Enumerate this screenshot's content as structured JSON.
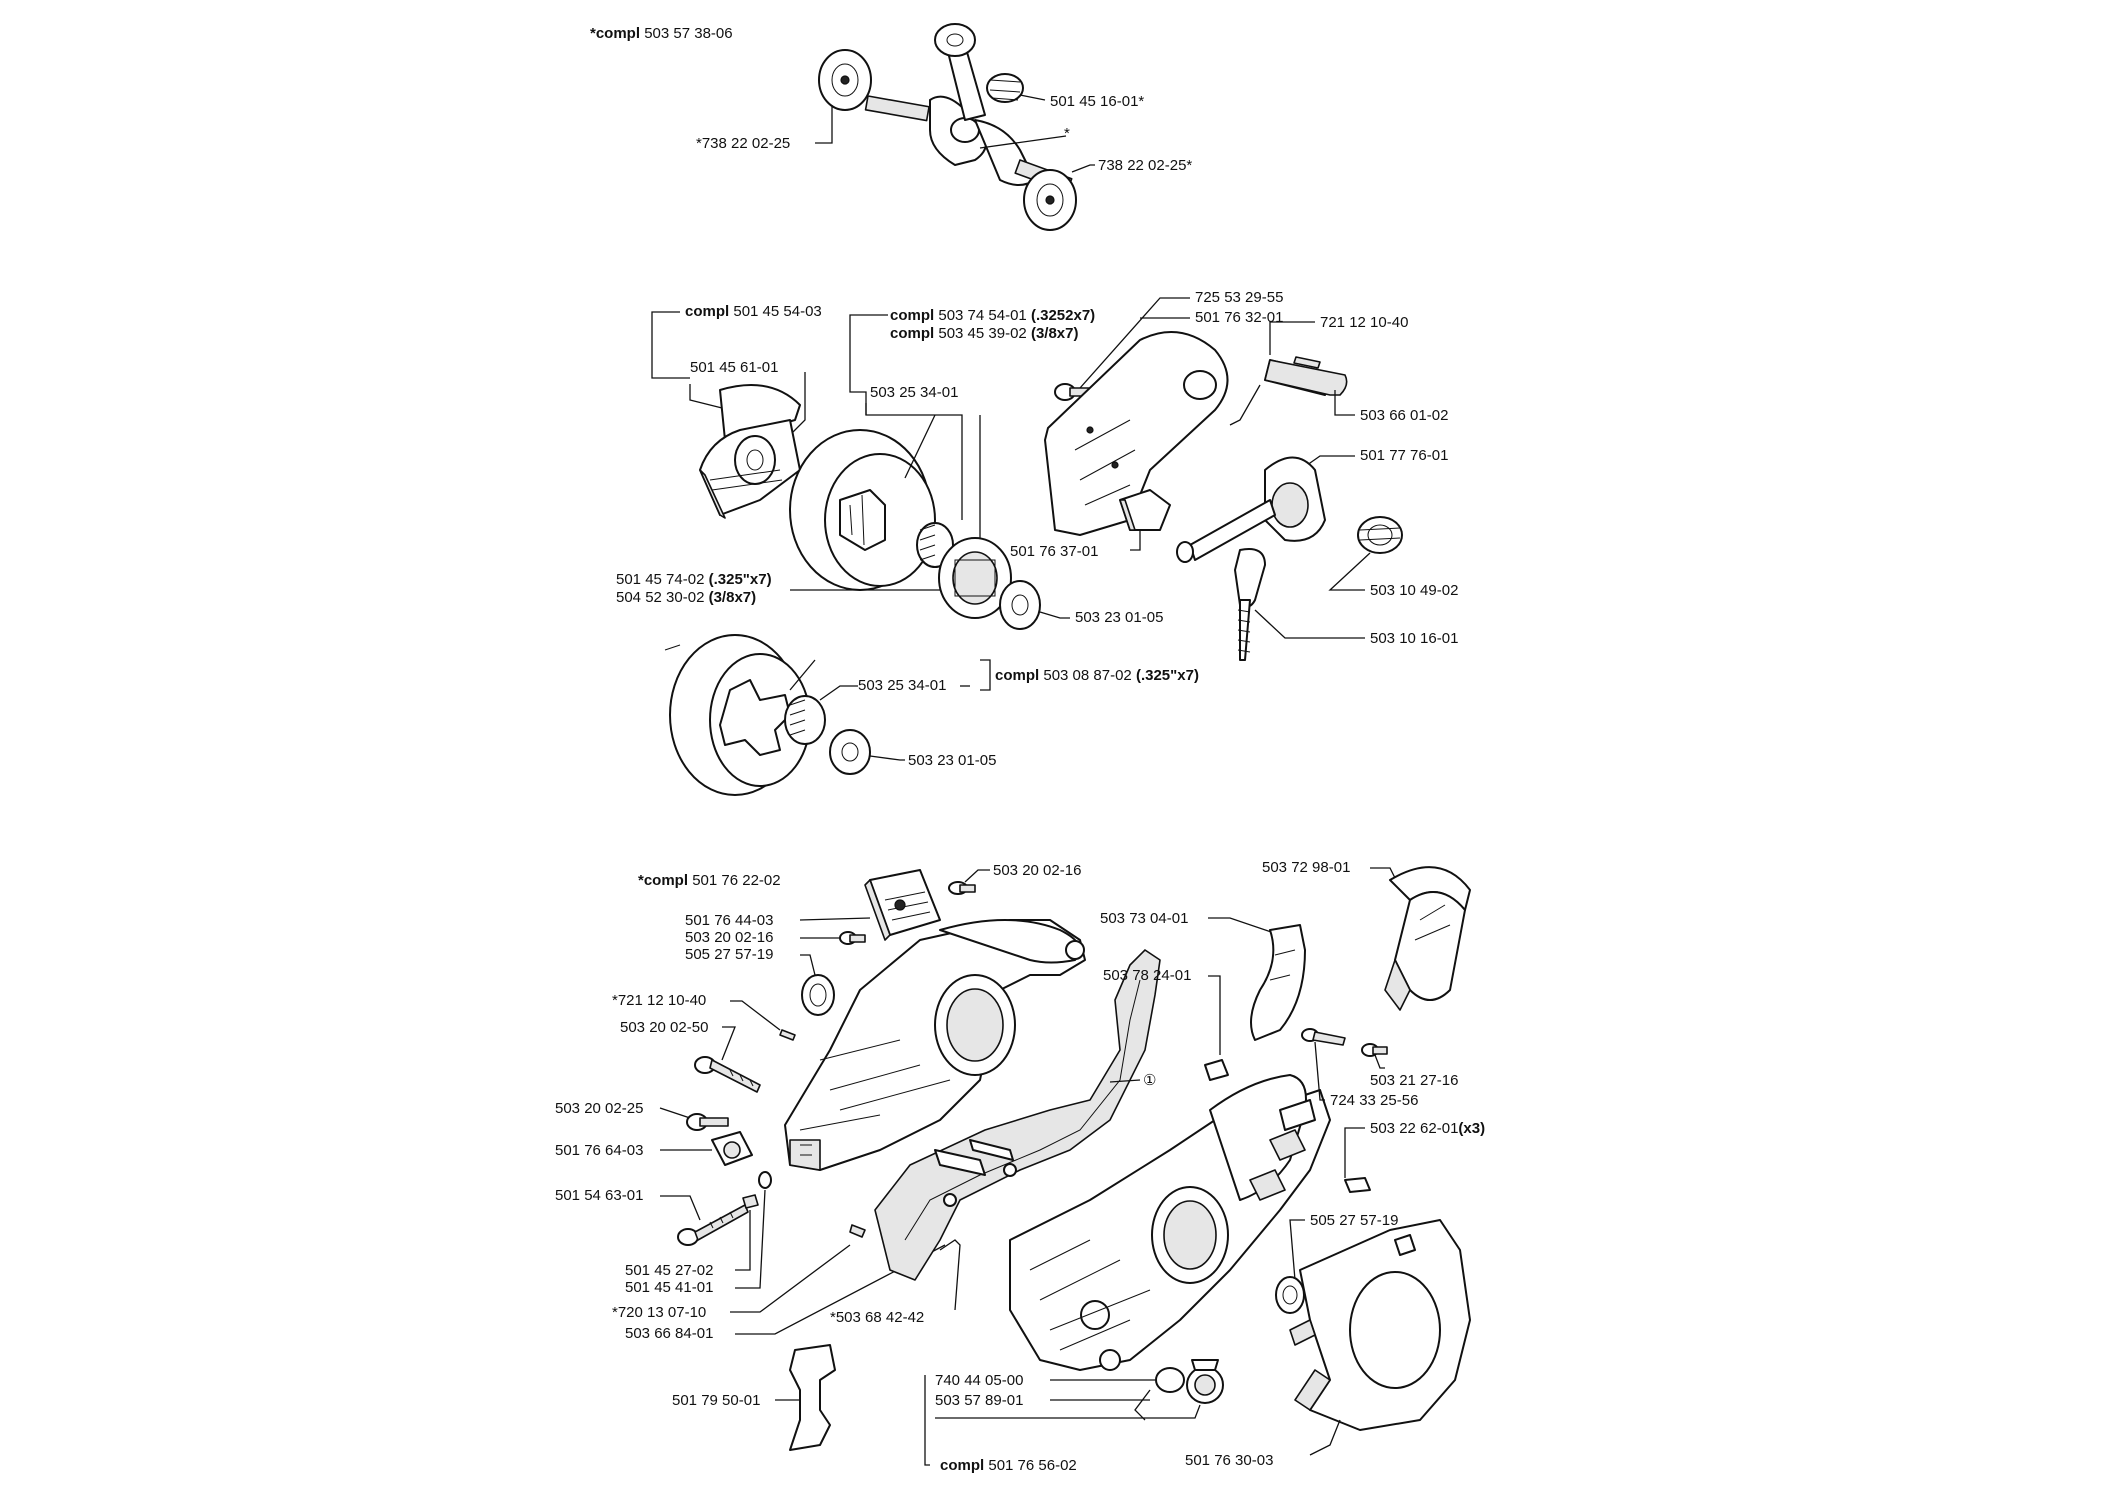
{
  "crankshaft": {
    "compl_prefix": "*compl",
    "compl_number": "503 57 38-06",
    "needle_bearing": "501 45 16-01*",
    "crank_marker": "*",
    "bearing_left": "*738 22 02-25",
    "bearing_right": "738 22 02-25*"
  },
  "clutch": {
    "compl_prefix": "compl",
    "compl_shoe_number": "501 45 54-03",
    "shoe": "501 45 61-01",
    "drum_compl_1_number": "503 74 54-01",
    "drum_compl_1_spec": "(.3252x7)",
    "drum_compl_2_number": "503 45 39-02",
    "drum_compl_2_spec": "(3/8x7)",
    "bearing_1": "503 25 34-01",
    "sprocket_1_number": "501 45 74-02",
    "sprocket_1_spec": "(.325\"x7)",
    "sprocket_2_number": "504 52 30-02",
    "sprocket_2_spec": "(3/8x7)",
    "washer_1": "503 23 01-05",
    "drum_compl_3_number": "503 08 87-02",
    "drum_compl_3_spec": "(.325\"x7)",
    "bearing_2": "503 25 34-01",
    "washer_2": "503 23 01-05"
  },
  "oil_pump": {
    "screw": "725 53 29-55",
    "plate": "501 76 32-01",
    "pin": "721 12 10-40",
    "shaft": "503 66 01-02",
    "pump": "501 77 76-01",
    "guide": "501 76 37-01",
    "spring": "503 10 49-02",
    "hose": "503 10 16-01"
  },
  "crankcase": {
    "compl_prefix": "*compl",
    "compl_number": "501 76 22-02",
    "screw_top": "503 20 02-16",
    "mount": "501 76 44-03",
    "screw_mount": "503 20 02-16",
    "seal_left": "505 27 57-19",
    "pin_left": "*721 12 10-40",
    "bolt_1": "503 20 02-50",
    "bolt_2": "503 20 02-25",
    "stop": "501 76 64-03",
    "bolt_3": "501 54 63-01",
    "part_a": "501 45 27-02",
    "part_b": "501 45 41-01",
    "pin_b": "*720 13 07-10",
    "part_c": "503 66 84-01",
    "gasket": "*503 68 42-42",
    "gasket_marker": "①",
    "deflector": "503 72 98-01",
    "cover": "503 73 04-01",
    "grommet": "503 78 24-01",
    "screw_cover": "503 21 27-16",
    "screw_cover_2": "724 33 25-56",
    "screw_set": "503 22 62-01",
    "screw_set_qty": "(x3)",
    "seal_right": "505 27 57-19",
    "chain_catcher": "501 79 50-01",
    "o_ring": "740 44 05-00",
    "cap": "503 57 89-01",
    "cap_compl_prefix": "compl",
    "cap_compl_number": "501 76 56-02",
    "starter_guard": "501 76 30-03"
  }
}
